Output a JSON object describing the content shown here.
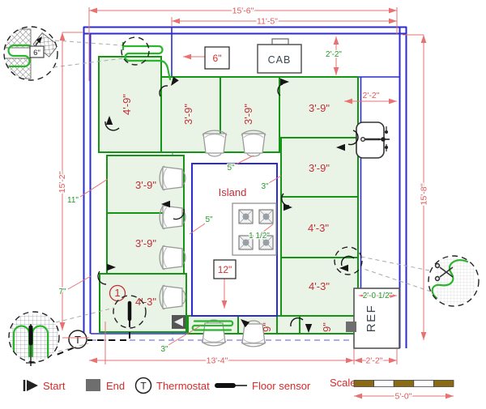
{
  "plan": {
    "zone_labels": {
      "a": "4'-9\"",
      "e": "3'-9\"",
      "f": "3'-9\"",
      "g": "3'-9\"",
      "h": "3'-9\"",
      "b": "3'-9\"",
      "c": "3'-9\"",
      "i": "4'-3\"",
      "j": "4'-3\"",
      "d": "4'-3\"",
      "strip1": "9\"",
      "strip2": "9\"",
      "zone_number": "1"
    },
    "dims": {
      "top_outer": "15'-6\"",
      "top_inner": "11'-5\"",
      "left": "15'-2\"",
      "right": "15'-8\"",
      "bottom": "13'-4\"",
      "bottom_right": "2'-2\"",
      "right_wall_offset": "2'-2\"",
      "top_counter": "2'-2\"",
      "ref_width": "2'-0 1/2\""
    },
    "offsets": {
      "wall_gap": "11\"",
      "left_gap": "7\"",
      "island_top": "5\"",
      "island_left": "5\"",
      "zone_gap": "3\"",
      "bottom_gap": "3\"",
      "cable_spacing": "6\"",
      "detail_spacing": "6\"",
      "island_front": "12\"",
      "burner_gap": "1 1/2\""
    },
    "fixtures": {
      "cabinet": "CAB",
      "refrigerator": "REF",
      "island": "Island",
      "thermostat_symbol": "T"
    }
  },
  "legend": {
    "start": "Start",
    "end": "End",
    "thermostat_symbol": "T",
    "thermostat": "Thermostat",
    "floor_sensor": "Floor sensor",
    "scale_label": "Scale",
    "scale_value": "5'-0\""
  }
}
